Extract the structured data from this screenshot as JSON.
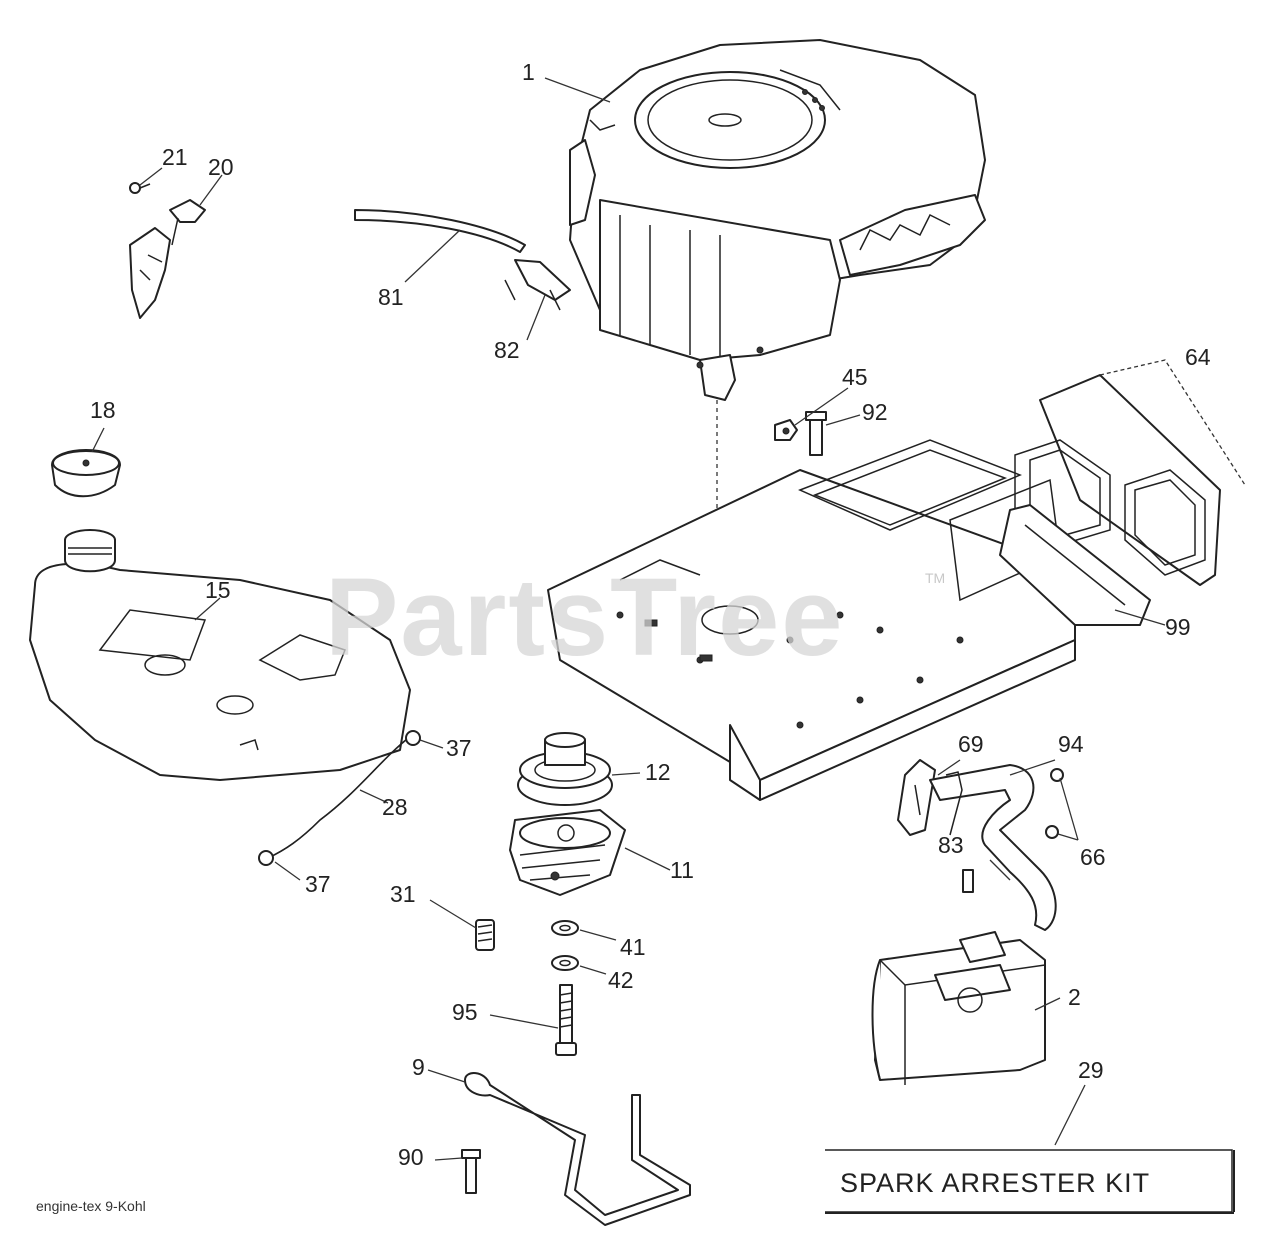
{
  "watermark": {
    "text": "PartsTree",
    "tm": "TM"
  },
  "kit_label": "SPARK ARRESTER KIT",
  "footer": "engine-tex  9-Kohl",
  "callouts": {
    "p1": "1",
    "p21": "21",
    "p20": "20",
    "p81": "81",
    "p82": "82",
    "p18": "18",
    "p15": "15",
    "p45": "45",
    "p92": "92",
    "p64": "64",
    "p99": "99",
    "p12": "12",
    "p11": "11",
    "p37a": "37",
    "p37b": "37",
    "p28": "28",
    "p31": "31",
    "p41": "41",
    "p42": "42",
    "p95": "95",
    "p9": "9",
    "p90": "90",
    "p69": "69",
    "p94": "94",
    "p66": "66",
    "p83": "83",
    "p2": "2",
    "p29": "29"
  }
}
